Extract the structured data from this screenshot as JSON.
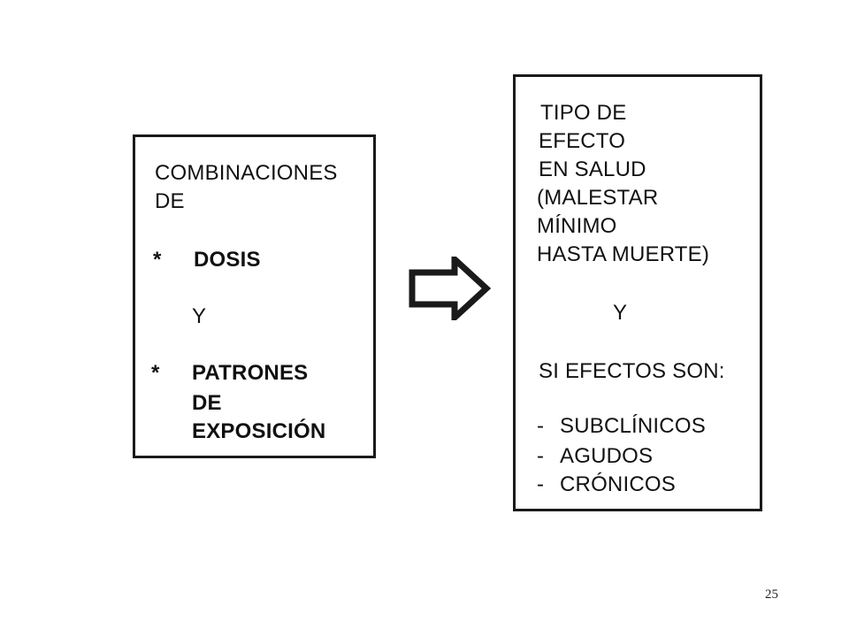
{
  "left_box": {
    "title_line1": "COMBINACIONES",
    "title_line2": "DE",
    "bullet": "*",
    "item1": "DOSIS",
    "connector": "Y",
    "item2_line1": "PATRONES",
    "item2_line2": "DE",
    "item2_line3": "EXPOSICIÓN"
  },
  "right_box": {
    "heading_lines": [
      "TIPO DE",
      "EFECTO",
      "EN SALUD",
      "(MALESTAR",
      "MÍNIMO",
      "HASTA MUERTE)"
    ],
    "connector": "Y",
    "subheading": "SI EFECTOS SON:",
    "dash": "-",
    "list": [
      "SUBCLÍNICOS",
      "AGUDOS",
      "CRÓNICOS"
    ]
  },
  "arrow_icon": "right-arrow-outline-icon",
  "page_number": "25",
  "colors": {
    "border": "#1a1a1a",
    "text": "#111111",
    "background": "#ffffff"
  }
}
